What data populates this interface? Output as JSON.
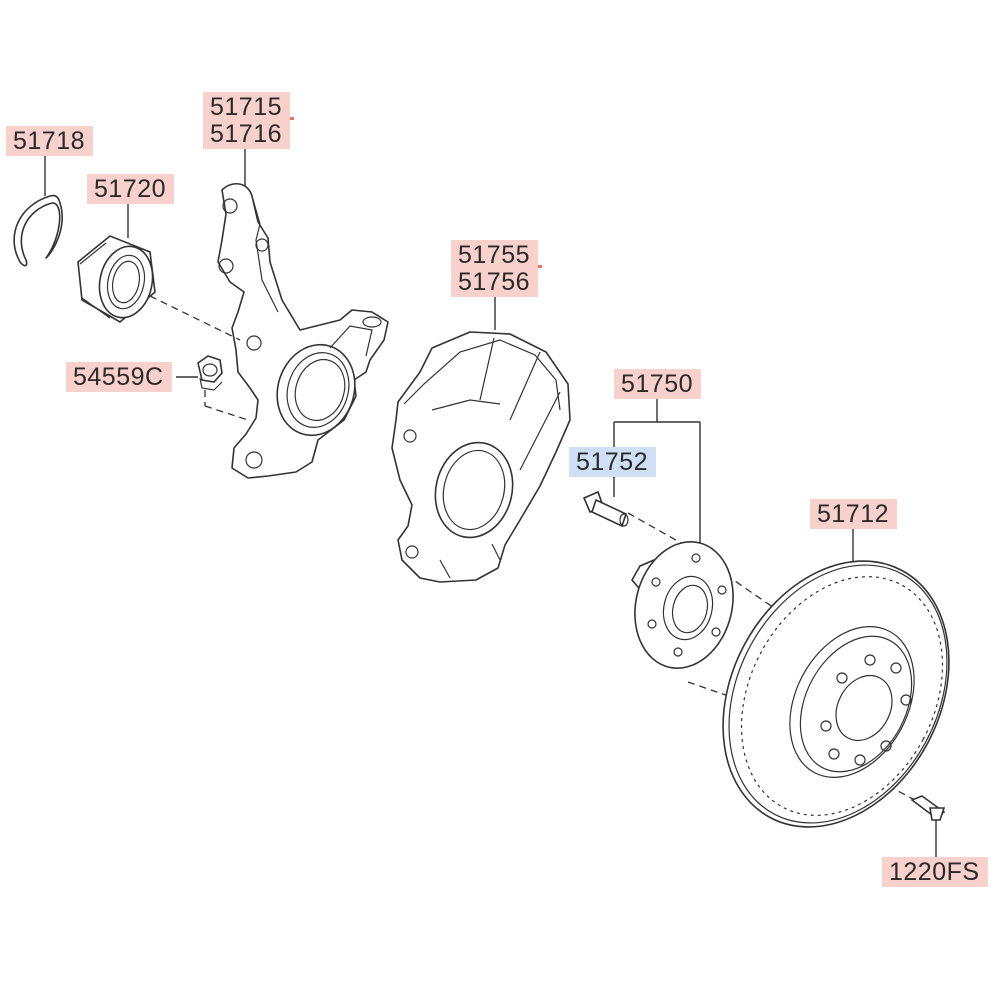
{
  "diagram": {
    "labels": {
      "p51718": "51718",
      "p51715": "51715",
      "p51716": "51716",
      "p51720": "51720",
      "p54559c": "54559C",
      "p51755": "51755",
      "p51756": "51756",
      "p51750": "51750",
      "p51752": "51752",
      "p51712": "51712",
      "p1220fs": "1220FS"
    },
    "colors": {
      "label_red": "#f8d0cc",
      "label_blue": "#cfe0f5",
      "highlight_line": "#e7726b",
      "line": "#333333"
    }
  }
}
